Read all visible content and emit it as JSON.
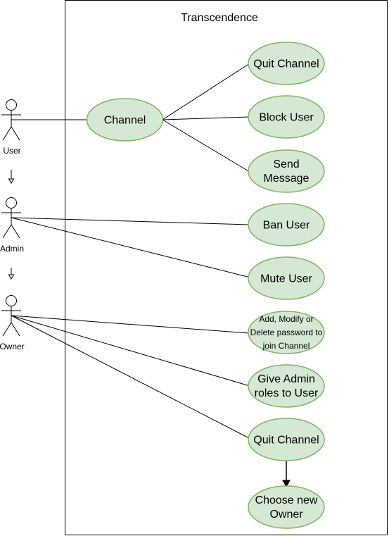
{
  "system": {
    "title": "Transcendence"
  },
  "actors": [
    {
      "id": "user",
      "label": "User"
    },
    {
      "id": "admin",
      "label": "Admin"
    },
    {
      "id": "owner",
      "label": "Owner"
    }
  ],
  "use_cases": [
    {
      "id": "channel",
      "lines": [
        "Channel"
      ]
    },
    {
      "id": "quit_channel_1",
      "lines": [
        "Quit Channel"
      ]
    },
    {
      "id": "block_user",
      "lines": [
        "Block User"
      ]
    },
    {
      "id": "send_message",
      "lines": [
        "Send",
        "Message"
      ]
    },
    {
      "id": "ban_user",
      "lines": [
        "Ban User"
      ]
    },
    {
      "id": "mute_user",
      "lines": [
        "Mute User"
      ]
    },
    {
      "id": "password",
      "lines": [
        "Add, Modify or",
        "Delete password to",
        "join Channel"
      ]
    },
    {
      "id": "give_admin",
      "lines": [
        "Give Admin",
        "roles to User"
      ]
    },
    {
      "id": "quit_channel_2",
      "lines": [
        "Quit Channel"
      ]
    },
    {
      "id": "choose_owner",
      "lines": [
        "Choose new",
        "Owner"
      ]
    }
  ],
  "colors": {
    "ellipse_fill": "#d5e8d4",
    "ellipse_stroke": "#82b366",
    "line": "#000000"
  }
}
